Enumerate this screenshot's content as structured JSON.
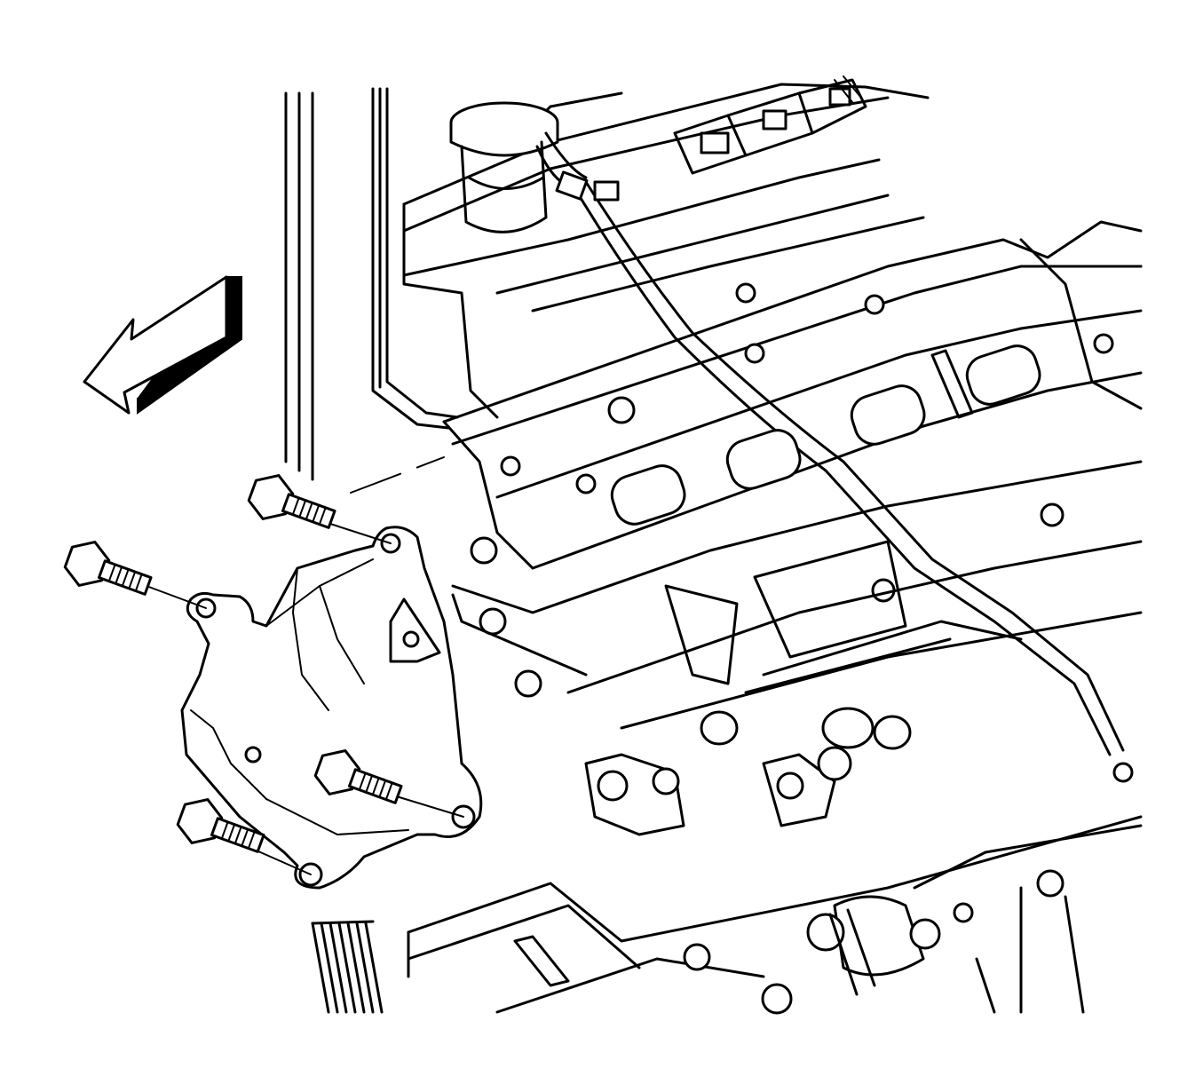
{
  "figure": {
    "type": "exploded-view line drawing",
    "colors": {
      "ink": "#000000",
      "paper": "#ffffff"
    },
    "parts": {
      "direction_arrow": "front-of-vehicle-arrow",
      "bracket": "engine-mount-bracket",
      "fasteners": [
        "bolt",
        "bolt",
        "bolt",
        "bolt"
      ]
    }
  }
}
